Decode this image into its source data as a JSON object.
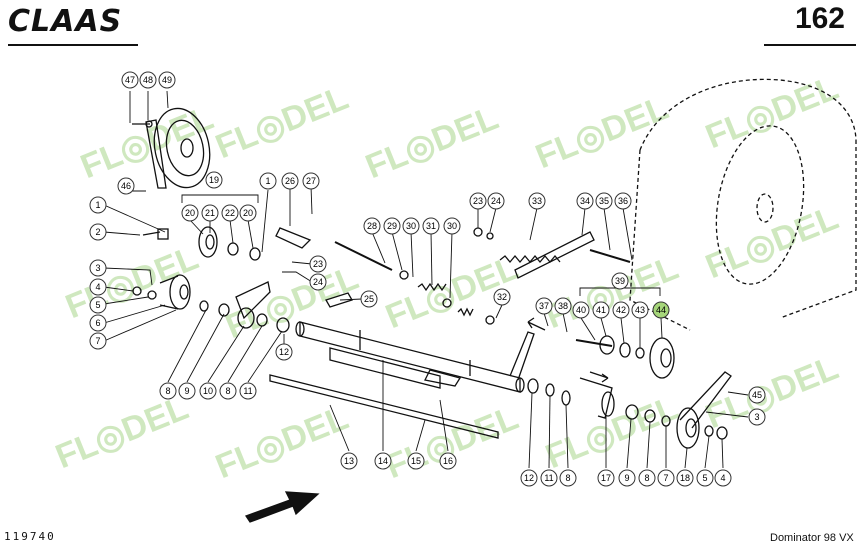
{
  "header": {
    "brand": "CLAAS",
    "page_number": "162"
  },
  "footer": {
    "doc_number": "119740",
    "model": "Dominator 98 VX"
  },
  "watermark": {
    "text": "FL◎DEL",
    "color": "#cfe8bf"
  },
  "highlight_color": "#a6d67a",
  "callouts": {
    "c47": "47",
    "c48": "48",
    "c49": "49",
    "c46": "46",
    "c19": "19",
    "c20a": "20",
    "c21": "21",
    "c22": "22",
    "c20b": "20",
    "c1a": "1",
    "c26": "26",
    "c27": "27",
    "c1b": "1",
    "c2": "2",
    "c3a": "3",
    "c4a": "4",
    "c5a": "5",
    "c6": "6",
    "c7a": "7",
    "c23a": "23",
    "c24a": "24",
    "c25": "25",
    "c28": "28",
    "c29": "29",
    "c30a": "30",
    "c31": "31",
    "c30b": "30",
    "c23b": "23",
    "c24b": "24",
    "c33": "33",
    "c34": "34",
    "c35": "35",
    "c36": "36",
    "c32": "32",
    "c39": "39",
    "c37": "37",
    "c38": "38",
    "c40": "40",
    "c41": "41",
    "c42": "42",
    "c43": "43",
    "c44": "44",
    "c45": "45",
    "c3b": "3",
    "c8a": "8",
    "c9a": "9",
    "c10": "10",
    "c8b": "8",
    "c11a": "11",
    "c12a": "12",
    "c13": "13",
    "c14": "14",
    "c15": "15",
    "c16": "16",
    "c12b": "12",
    "c11b": "11",
    "c8c": "8",
    "c17": "17",
    "c9b": "9",
    "c8d": "8",
    "c7b": "7",
    "c18": "18",
    "c5b": "5",
    "c4b": "4"
  }
}
